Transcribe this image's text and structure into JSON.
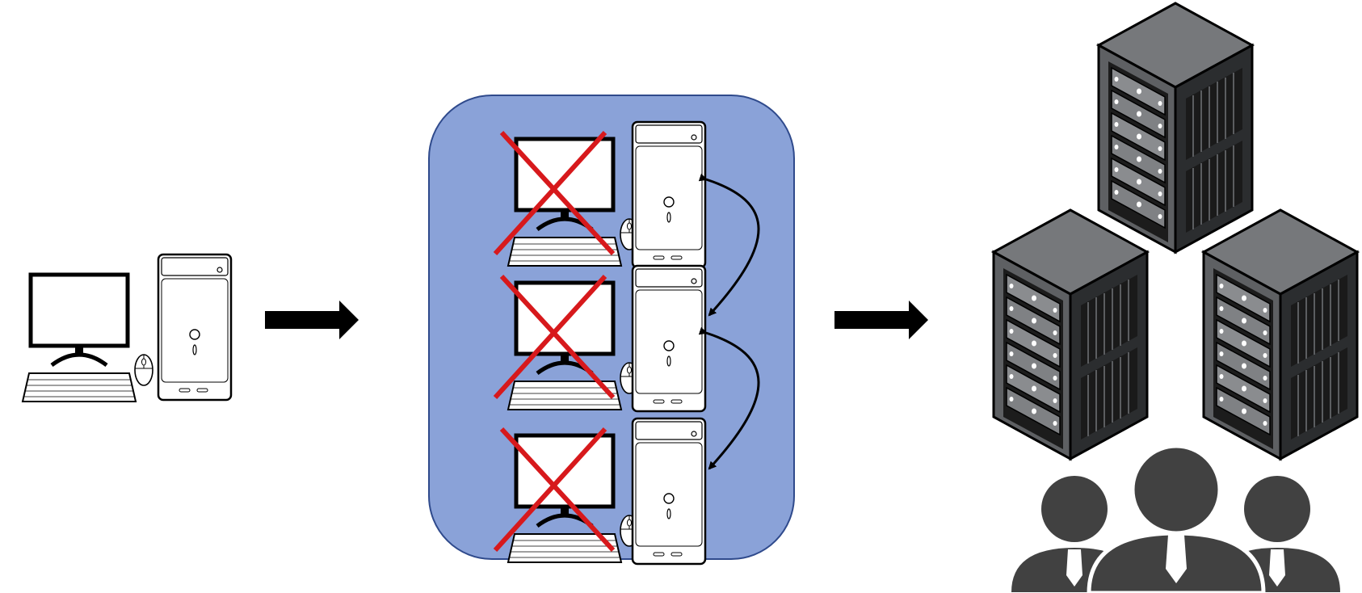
{
  "diagram": {
    "stages": [
      {
        "id": "desktop",
        "icons": [
          "monitor-icon",
          "keyboard-icon",
          "mouse-icon",
          "tower-icon"
        ]
      },
      {
        "id": "headless-cluster",
        "icons": [
          "monitor-icon",
          "cross-icon",
          "tower-icon",
          "curved-arrow-icon"
        ],
        "count": 3
      },
      {
        "id": "server-farm",
        "icons": [
          "server-rack-icon",
          "users-icon"
        ],
        "racks": 3,
        "users": 3
      }
    ],
    "colors": {
      "cluster_fill": "#8aa2d8",
      "cluster_stroke": "#2f4a8c",
      "cross": "#d7191c",
      "rack_top": "#76787b",
      "rack_side": "#2b2d2f",
      "rack_front": "#4b4d50",
      "people": "#414141"
    }
  }
}
